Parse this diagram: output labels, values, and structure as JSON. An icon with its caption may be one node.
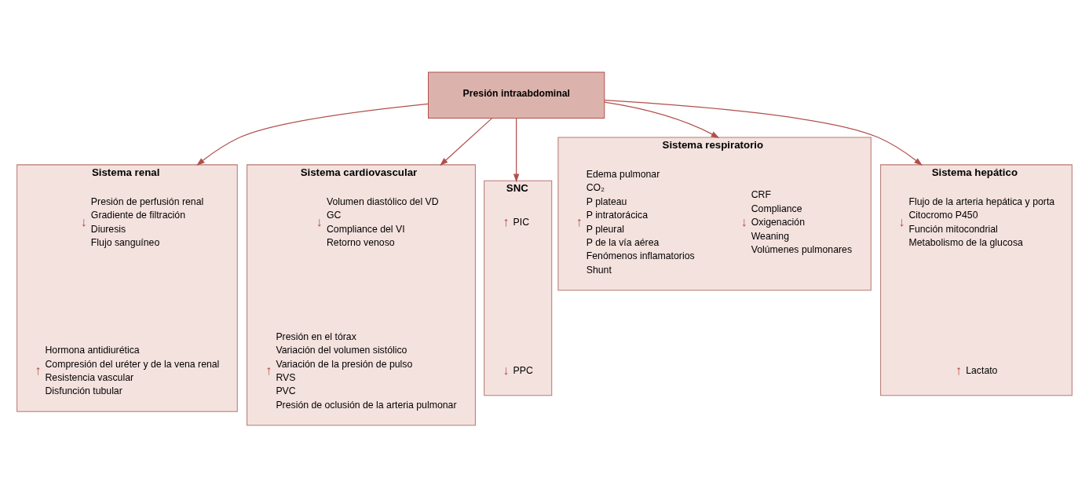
{
  "diagram": {
    "nodes": [
      {
        "text": [
          "Presión intraabdominal"
        ]
      },
      {
        "text": [
          "Sistema renal"
        ]
      },
      {
        "text": [
          "↓",
          "Presión de perfusión renal",
          "Gradiente de filtración",
          "Diuresis",
          "Flujo sanguíneo"
        ],
        "in": 1
      },
      {
        "text": [
          "↑",
          "Hormona antidiurética",
          "Compresión del uréter y de la vena renal",
          "Resistencia vascular",
          "Disfunción tubular"
        ],
        "in": 1
      },
      {
        "text": [
          "Sistema cardiovascular"
        ]
      },
      {
        "text": [
          "↓",
          "Volumen diastólico del VD",
          "GC",
          "Compliance del VI",
          "Retorno venoso"
        ],
        "in": 4
      },
      {
        "text": [
          "↑",
          "Presión en el tórax",
          "Variación del volumen sistólico",
          "Variación de la presión de pulso",
          "RVS",
          "PVC",
          "Presión de oclusión de la arteria pulmonar"
        ],
        "in": 4
      },
      {
        "text": [
          "SNC"
        ]
      },
      {
        "text": [
          "↑",
          "PIC"
        ],
        "in": 7
      },
      {
        "text": [
          "↓",
          "PPC"
        ],
        "in": 7
      },
      {
        "text": [
          "Sistema respiratorio"
        ]
      },
      {
        "text": [
          "↓",
          "CRF",
          "Compliance",
          "Oxigenación",
          "Weaning",
          "Volúmenes pulmonares"
        ],
        "in": 10
      },
      {
        "text": [
          "↑",
          "Edema pulmonar",
          "CO₂",
          "P plateau",
          "P intratorácica",
          "P pleural",
          "P de la vía aérea",
          "Fenómenos inflamatorios",
          "Shunt"
        ],
        "in": 10
      },
      {
        "text": [
          "Sistema hepático"
        ]
      },
      {
        "text": [
          "↓",
          "Flujo de la arteria hepática y porta",
          "Citocromo P450",
          "Función mitocondrial",
          "Metabolismo de la glucosa"
        ],
        "in": 13
      },
      {
        "text": [
          "↑",
          "Lactato"
        ],
        "in": 13
      }
    ],
    "edges": [
      {
        "from": 0,
        "to": 1,
        "arrow": "to"
      },
      {
        "from": 0,
        "to": 4,
        "arrow": "to"
      },
      {
        "from": 0,
        "to": 7,
        "arrow": "to"
      },
      {
        "from": 0,
        "to": 10,
        "arrow": "to"
      },
      {
        "from": 0,
        "to": 13,
        "arrow": "to"
      }
    ]
  }
}
